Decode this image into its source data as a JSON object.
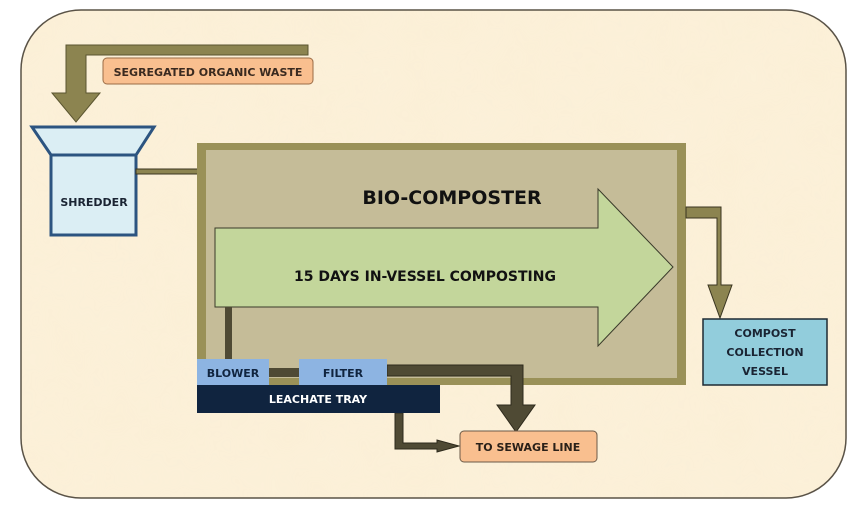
{
  "diagram": {
    "title": "BIO-COMPOSTER",
    "nodes": {
      "input": {
        "label": "SEGREGATED ORGANIC WASTE"
      },
      "shredder": {
        "label": "SHREDDER"
      },
      "composter": {
        "label": "BIO-COMPOSTER"
      },
      "process": {
        "label": "15 DAYS IN-VESSEL COMPOSTING"
      },
      "blower": {
        "label": "BLOWER"
      },
      "filter": {
        "label": "FILTER"
      },
      "leachate": {
        "label": "LEACHATE TRAY"
      },
      "sewage": {
        "label": "TO SEWAGE LINE"
      },
      "vessel": {
        "lines": [
          "COMPOST",
          "COLLECTION",
          "VESSEL"
        ]
      }
    },
    "edges": [
      {
        "from": "input",
        "to": "shredder"
      },
      {
        "from": "shredder",
        "to": "composter"
      },
      {
        "from": "composter",
        "to": "vessel"
      },
      {
        "from": "composter",
        "to": "blower"
      },
      {
        "from": "blower",
        "to": "filter"
      },
      {
        "from": "filter",
        "to": "sewage"
      },
      {
        "from": "leachate",
        "to": "sewage"
      }
    ],
    "colors": {
      "background": "#fbefd6",
      "frame_stroke": "#5a5347",
      "composter_border": "#9a9158",
      "composter_fill": "#c5bc98",
      "process_fill": "#c3d69b",
      "shredder_fill": "#dbeef4",
      "shredder_stroke": "#2c5480",
      "label_fill": "#f9bf8f",
      "blower_fill": "#8db4e2",
      "leachate_fill": "#10243f",
      "vessel_fill": "#92cddc",
      "arrow_olive": "#8c8450",
      "arrow_dark": "#4f4a34"
    }
  }
}
